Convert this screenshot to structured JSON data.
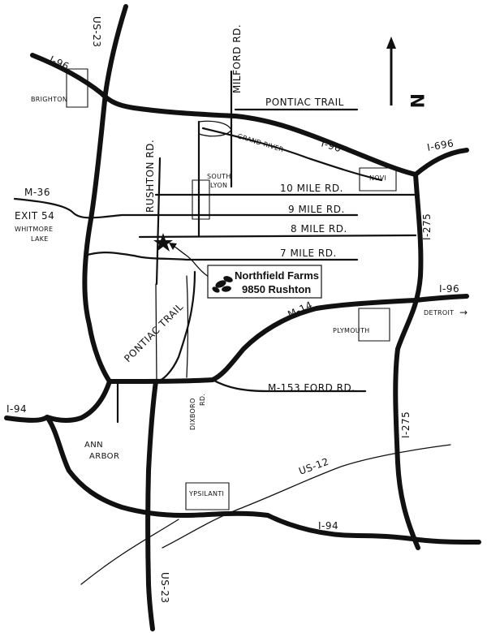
{
  "map": {
    "roads": {
      "i96_west": "I-96",
      "us23_north": "US-23",
      "milford_rd": "MILFORD RD.",
      "pontiac_trail_north": "PONTIAC TRAIL",
      "grand_river": "GRAND RIVER",
      "i96_mid": "I-96",
      "i696": "I-696",
      "rushton_rd": "RUSHTON RD.",
      "ten_mile": "10 MILE RD.",
      "m36": "M-36",
      "exit54": "EXIT 54",
      "nine_mile": "9 MILE RD.",
      "eight_mile": "8 MILE RD.",
      "seven_mile": "7 MILE RD.",
      "i275_north": "I-275",
      "i96_east": "I-96",
      "detroit": "DETROIT",
      "m14": "M-14",
      "pontiac_trail_south": "PONTIAC TRAIL",
      "m153": "M-153 FORD RD.",
      "dixboro": "DIXBORO",
      "dixboro_rd": "RD.",
      "i94_west": "I-94",
      "i275_south": "I-275",
      "us12": "US-12",
      "i94_south": "I-94",
      "us23_south": "US-23"
    },
    "towns": {
      "brighton": "BRIGHTON",
      "south": "SOUTH",
      "lyon": "LYON",
      "novi": "NOVI",
      "whitmore": "WHITMORE",
      "lake": "LAKE",
      "plymouth": "PLYMOUTH",
      "ann": "ANN",
      "arbor": "ARBOR",
      "ypsilanti": "YPSILANTI"
    },
    "destination": {
      "name": "Northfield Farms",
      "address": "9850 Rushton"
    },
    "north_label": "N"
  }
}
